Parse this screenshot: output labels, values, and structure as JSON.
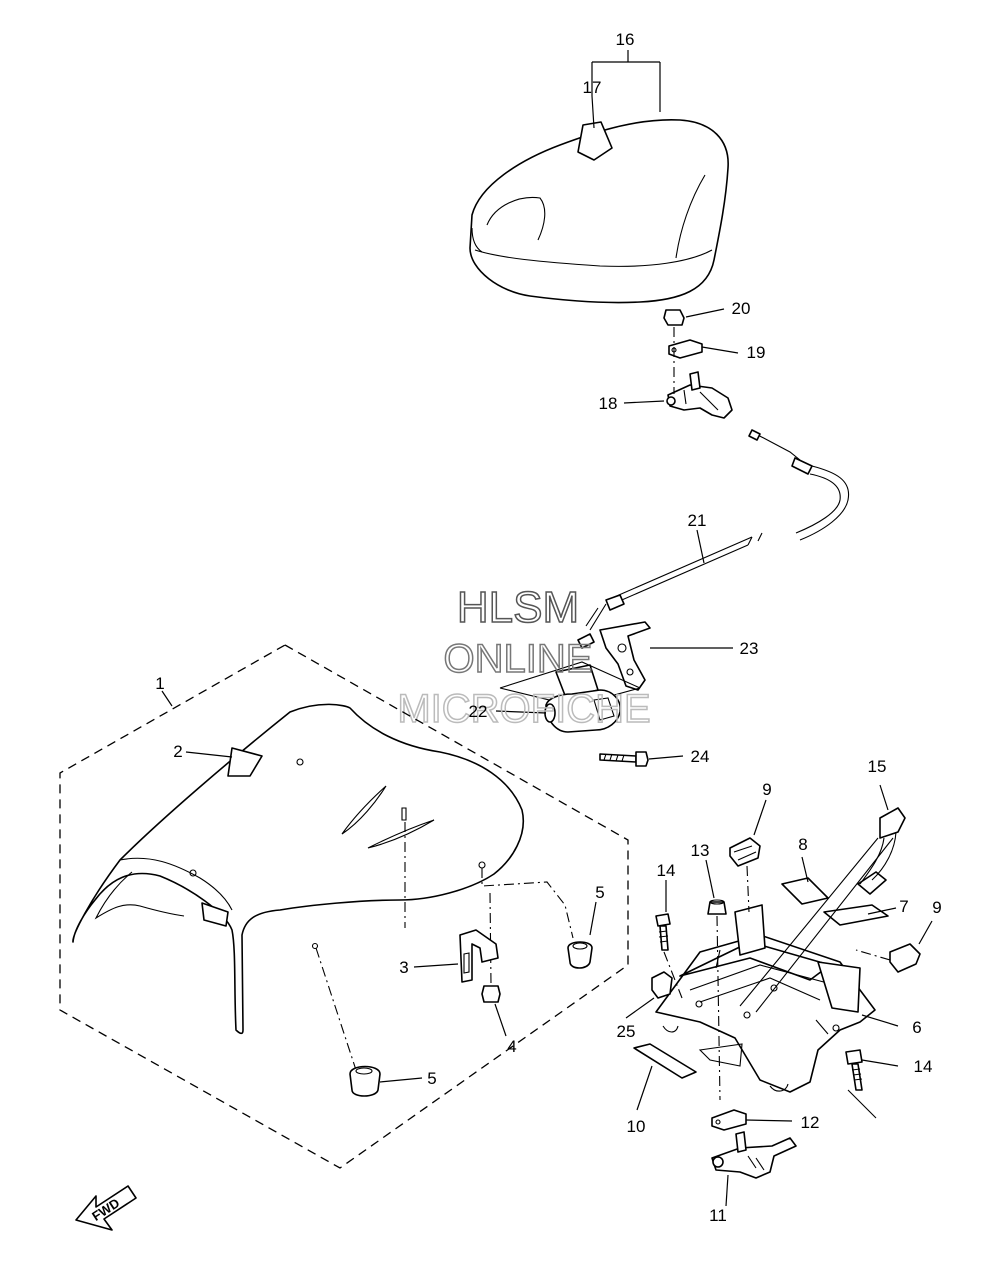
{
  "callouts": [
    {
      "id": "c16",
      "label": "16"
    },
    {
      "id": "c17",
      "label": "17"
    },
    {
      "id": "c20",
      "label": "20"
    },
    {
      "id": "c19",
      "label": "19"
    },
    {
      "id": "c18",
      "label": "18"
    },
    {
      "id": "c21",
      "label": "21"
    },
    {
      "id": "c23",
      "label": "23"
    },
    {
      "id": "c1",
      "label": "1"
    },
    {
      "id": "c22",
      "label": "22"
    },
    {
      "id": "c24",
      "label": "24"
    },
    {
      "id": "c2",
      "label": "2"
    },
    {
      "id": "c15",
      "label": "15"
    },
    {
      "id": "c9a",
      "label": "9"
    },
    {
      "id": "c8",
      "label": "8"
    },
    {
      "id": "c13",
      "label": "13"
    },
    {
      "id": "c14a",
      "label": "14"
    },
    {
      "id": "c5a",
      "label": "5"
    },
    {
      "id": "c7",
      "label": "7"
    },
    {
      "id": "c9b",
      "label": "9"
    },
    {
      "id": "c3",
      "label": "3"
    },
    {
      "id": "c6",
      "label": "6"
    },
    {
      "id": "c25",
      "label": "25"
    },
    {
      "id": "c4",
      "label": "4"
    },
    {
      "id": "c14b",
      "label": "14"
    },
    {
      "id": "c5b",
      "label": "5"
    },
    {
      "id": "c10",
      "label": "10"
    },
    {
      "id": "c12",
      "label": "12"
    },
    {
      "id": "c11",
      "label": "11"
    }
  ],
  "watermark": {
    "line1": "HLSM",
    "line2": "ONLINE",
    "line3": "MICROFICHE"
  },
  "direction_badge": {
    "text": "FWD"
  },
  "colors": {
    "line": "#000000",
    "background": "#ffffff",
    "watermark": "#555555",
    "watermark_faint": "#bbbbbb"
  }
}
